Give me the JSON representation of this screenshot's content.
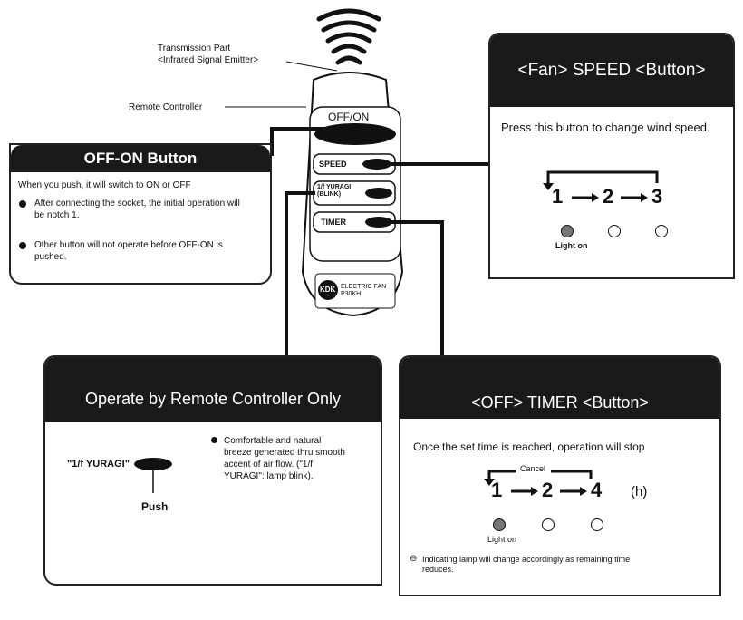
{
  "callouts": {
    "transmission_1": "Transmission Part",
    "transmission_2": "<Infrared Signal Emitter>",
    "remote_controller": "Remote Controller"
  },
  "remote": {
    "offon": "OFF/ON",
    "speed": "SPEED",
    "yuragi_1": "1/f YURAGI",
    "yuragi_2": "(BLINK)",
    "timer": "TIMER",
    "logo": "KDK",
    "model_1": "ELECTRIC FAN",
    "model_2": "P30KH"
  },
  "offon_panel": {
    "title": "OFF-ON Button",
    "intro": "When you push, it will switch to ON or OFF",
    "bullets": [
      "After connecting the socket, the initial operation will be notch 1.",
      "Other button will not operate before OFF-ON is pushed."
    ]
  },
  "speed_panel": {
    "title": "<Fan> SPEED <Button>",
    "desc": "Press this button to change wind speed.",
    "n1": "1",
    "n2": "2",
    "n3": "3",
    "light": "Light on"
  },
  "remote_only_panel": {
    "title": "Operate by Remote Controller Only",
    "label": "\"1/f YURAGI\"",
    "push": "Push",
    "bullet": "Comfortable and natural breeze generated thru smooth accent of air flow. (\"1/f YURAGI\": lamp blink)."
  },
  "timer_panel": {
    "title": "<OFF> TIMER <Button>",
    "desc": "Once the set time is reached, operation will stop",
    "cancel": "Cancel",
    "n1": "1",
    "n2": "2",
    "n4": "4",
    "unit": "(h)",
    "light": "Light on",
    "note": "Indicating lamp will change accordingly as remaining time reduces."
  }
}
